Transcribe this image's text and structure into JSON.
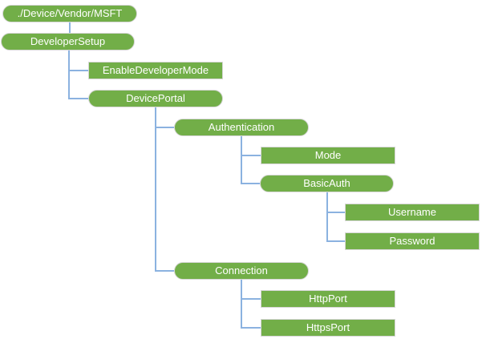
{
  "diagram": {
    "nodes": [
      {
        "label": "./Device/Vendor/MSFT",
        "shape": "pill"
      },
      {
        "label": "DeveloperSetup",
        "shape": "pill"
      },
      {
        "label": "EnableDeveloperMode",
        "shape": "rect"
      },
      {
        "label": "DevicePortal",
        "shape": "pill"
      },
      {
        "label": "Authentication",
        "shape": "pill"
      },
      {
        "label": "Mode",
        "shape": "rect"
      },
      {
        "label": "BasicAuth",
        "shape": "pill"
      },
      {
        "label": "Username",
        "shape": "rect"
      },
      {
        "label": "Password",
        "shape": "rect"
      },
      {
        "label": "Connection",
        "shape": "pill"
      },
      {
        "label": "HttpPort",
        "shape": "rect"
      },
      {
        "label": "HttpsPort",
        "shape": "rect"
      }
    ],
    "colors": {
      "node_fill": "#72AE48",
      "node_border": "#D6D6D6",
      "connector": "#8BB2E0",
      "text": "#FFFFFF",
      "background": "#FFFFFF"
    }
  }
}
